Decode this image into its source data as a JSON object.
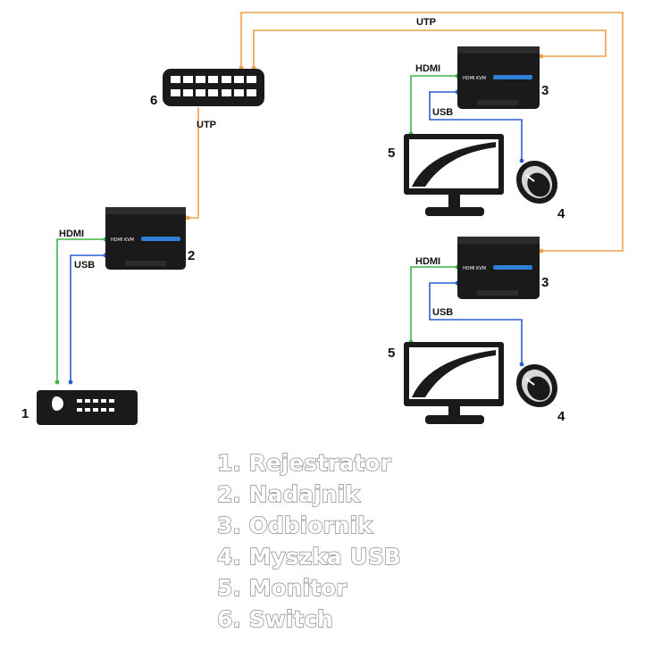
{
  "diagram": {
    "cable_labels": {
      "utp_top": "UTP",
      "utp_mid": "UTP",
      "hdmi_tx": "HDMI",
      "usb_tx": "USB",
      "hdmi_rx1": "HDMI",
      "usb_rx1": "USB",
      "hdmi_rx2": "HDMI",
      "usb_rx2": "USB"
    },
    "numbers": {
      "recorder": "1",
      "transmitter": "2",
      "receiver_1": "3",
      "receiver_2": "3",
      "mouse_1": "4",
      "mouse_2": "4",
      "monitor_1": "5",
      "monitor_2": "5",
      "switch": "6"
    },
    "device_text": {
      "kvm": "HDMI KVM"
    },
    "colors": {
      "utp": "#f0a04b",
      "hdmi": "#3bb54a",
      "usb": "#2e5fd6",
      "device": "#1a1a1a"
    }
  },
  "legend": [
    "1. Rejestrator",
    "2. Nadajnik",
    "3. Odbiornik",
    "4. Myszka USB",
    "5. Monitor",
    "6. Switch"
  ]
}
